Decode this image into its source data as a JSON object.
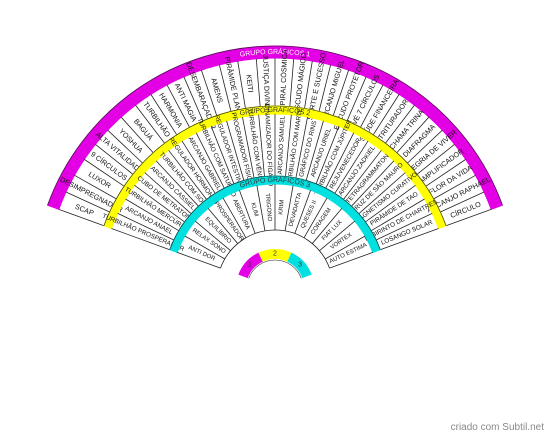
{
  "chart_data": {
    "type": "table",
    "rings": [
      {
        "label": "GRUPO GRÁFICOS 1",
        "color": "#e400e4",
        "items": [
          "SCAP",
          "DESIMPREGNADOR",
          "LUXOR",
          "9 CÍRCULOS",
          "ALTA VITALIDADE",
          "YOSHUA",
          "BAGUÁ",
          "TURBILHÃO",
          "HARMONIA",
          "ANTI MAGIA",
          "DESEMBARAÇADOR",
          "AMENS",
          "PIRÂMIDE PLANA",
          "KEITI",
          "JUSTIÇA DIVINA",
          "ESPIRAL CÓSMICA",
          "ESCUDO MÁGICO",
          "SORTE E SUCESSO",
          "ARCANJO MIGUEL",
          "ESCUDO PROTETOR",
          "IAVÉ 7 CÍRCULOS",
          "SAÚDE FINANCEIRA",
          "TRITURADOR",
          "CHAMA TRINA",
          "DIAFRAGMA",
          "ALEGRIA DE VIVER",
          "AMPLIFICADOR",
          "FLOR DA VIDA",
          "ARCANJO RAPHAEL",
          "CÍRCULO"
        ]
      },
      {
        "label": "GRUPO GRÁFICOS 2",
        "color": "#ffff00",
        "items": [
          "TURBILHÃO PROSPERADOR",
          "ARCANJO ANAEL",
          "TURBILHÃO MERCÚRIO",
          "CUBO DE METRATON",
          "ARCANJO CASSIEL",
          "TURBILHÃO COM SOL",
          "REGULADOR HORMONAL",
          "ARCANJO GABRIEL",
          "TURBILHÃO COM SATURNO",
          "REGULADOR INTESTINAL",
          "PROGRAMADOR FÍSICO",
          "TURBILHÃO COM VÊNUS",
          "DINAMIZADOR DO FÍGADO",
          "ARCANJO SAMUEL",
          "TURBILHÃO COM MARTE",
          "GRÁFICO DO RINS",
          "ARCANJO URIEL",
          "TURBILHÃO COM JÚPITER",
          "REJUVENECEDOR",
          "ARCANJO ZADKIEL",
          "TETRAGRAMMATON",
          "CRUZ DE SÃO MAURO",
          "MAGNETISMO CURATIVO",
          "PIRÂMIDE DE TAO",
          "LABIRINTO DE CHARTRES",
          "LOSANGO SOLAR"
        ]
      },
      {
        "label": "GRUPO GRÁFICOS 3",
        "color": "#00e0e0",
        "items": [
          "ANTI DOR",
          "RELAX SONO",
          "EQUILÍBRIO",
          "PROSPERADOR",
          "ABERTURA",
          "KLIM",
          "TRIGONO",
          "KRIM",
          "DEVADATTA",
          "QUESES II",
          "CORAGEM",
          "FIAT LUX",
          "VORTEX",
          "AUTO ESTIMA"
        ]
      }
    ],
    "center_labels": [
      "1",
      "2",
      "3"
    ]
  }
}
